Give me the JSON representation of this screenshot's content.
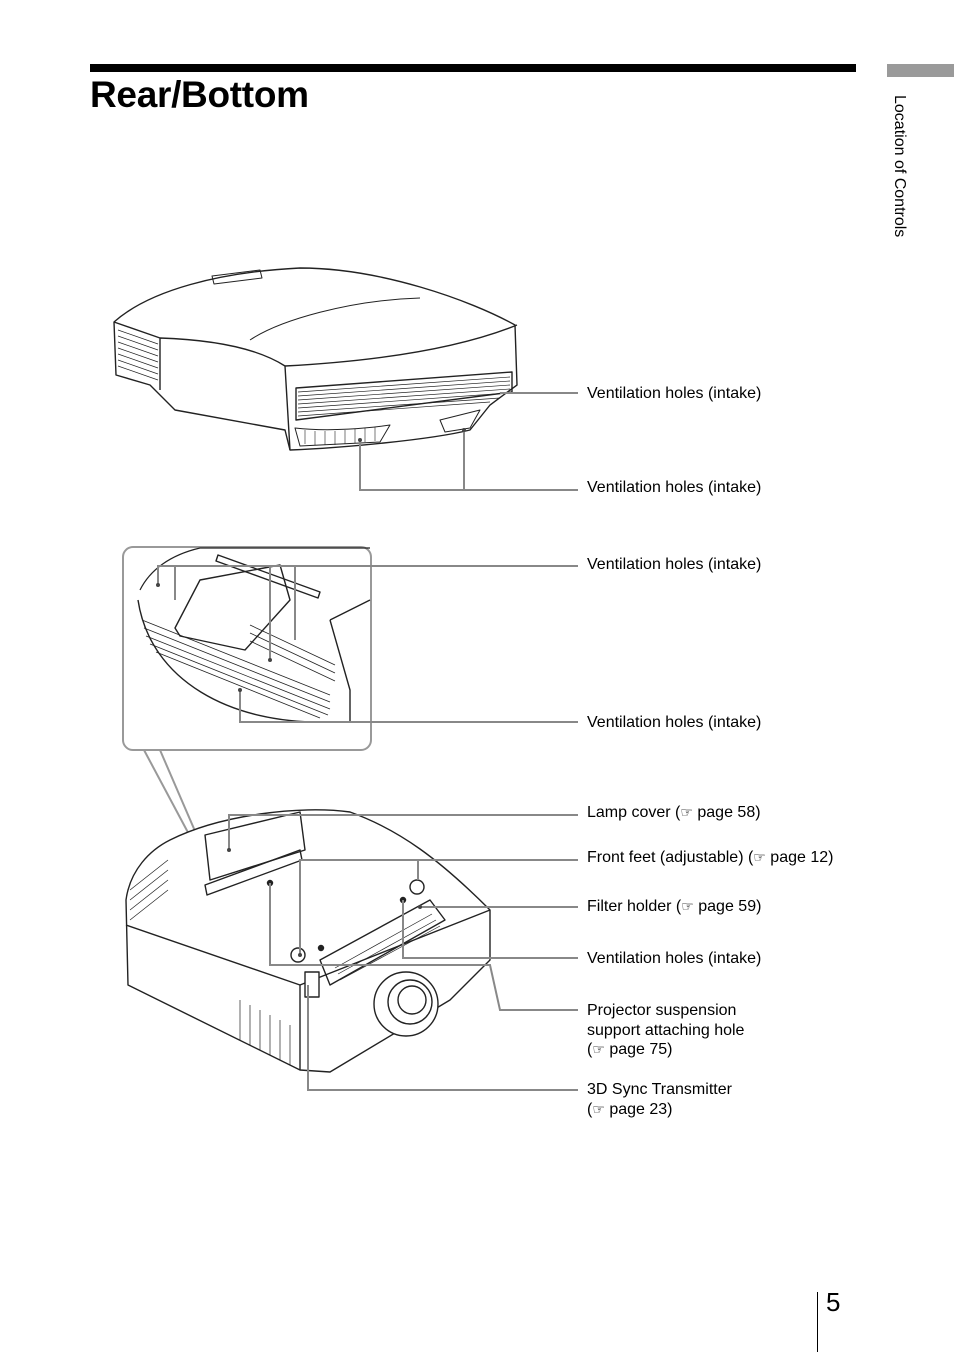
{
  "page": {
    "title": "Rear/Bottom",
    "section_tab": "Location of Controls",
    "page_number": "5"
  },
  "callouts": {
    "vent_rear_right": "Ventilation holes (intake)",
    "vent_rear_bottom": "Ventilation holes (intake)",
    "vent_detail_top": "Ventilation holes (intake)",
    "vent_detail_bottom": "Ventilation holes (intake)",
    "lamp_cover": "Lamp cover (",
    "lamp_cover_ref": " page 58)",
    "front_feet": "Front feet (adjustable) (",
    "front_feet_ref": " page 12)",
    "filter_holder": "Filter holder (",
    "filter_holder_ref": " page 59)",
    "vent_bottom": "Ventilation holes (intake)",
    "suspension_l1": "Projector suspension",
    "suspension_l2": "support attaching hole",
    "suspension_ref": " page 75)",
    "sync_l1": "3D Sync Transmitter",
    "sync_ref": " page 23)"
  },
  "icons": {
    "reference": "pointing-hand-icon"
  }
}
